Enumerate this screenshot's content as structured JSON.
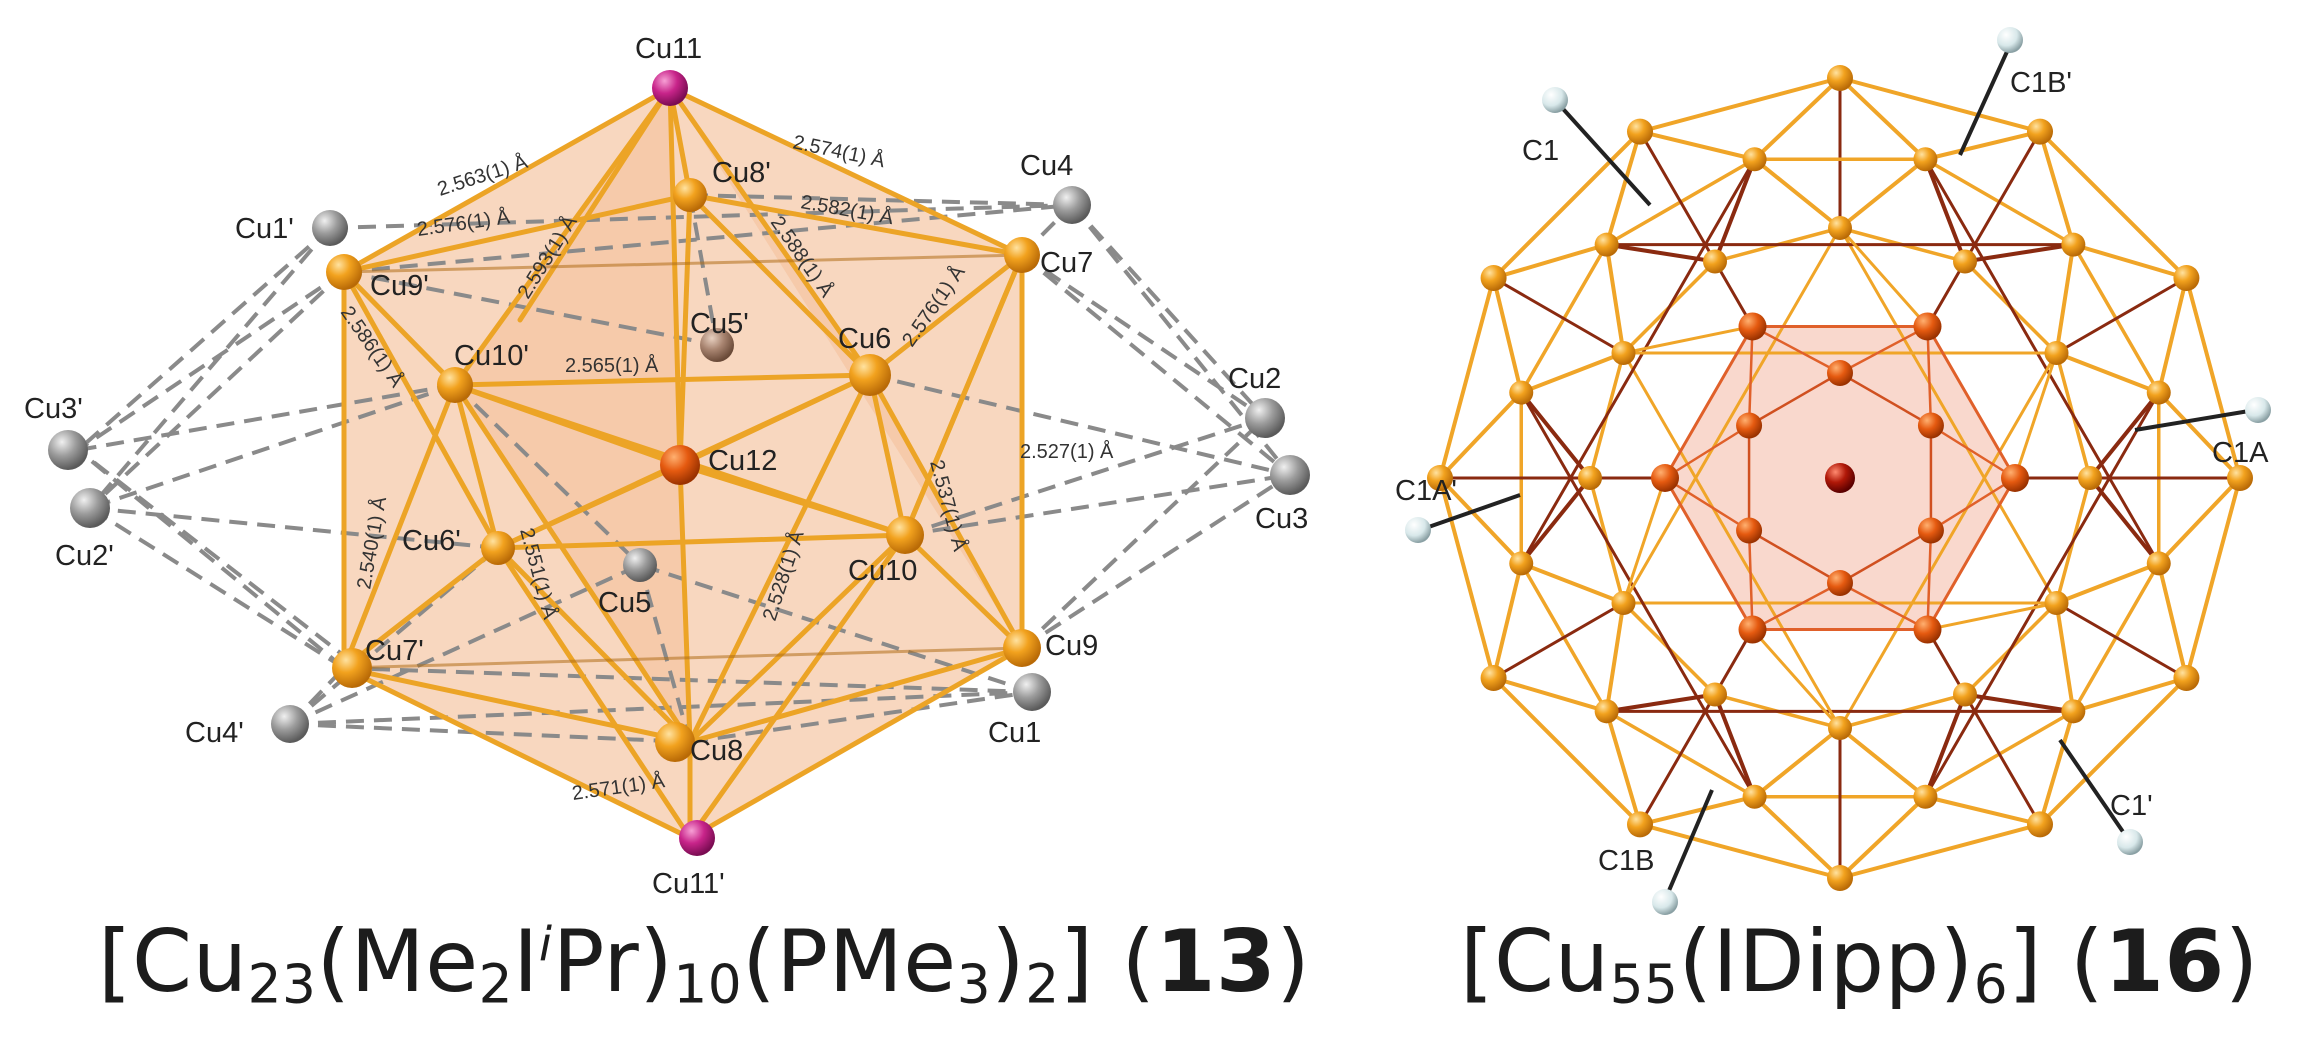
{
  "structure_13": {
    "formula": {
      "open": "[Cu",
      "sub1": "23",
      "part2": "(Me",
      "sub2": "2",
      "part3": "I",
      "sup3": "i",
      "part4": "Pr)",
      "sub4": "10",
      "part5": "(PMe",
      "sub5": "3",
      "part6": ")",
      "sub6": "2",
      "close": "]",
      "compound_open": " (",
      "compound_number": "13",
      "compound_close": ")"
    },
    "atoms": [
      {
        "id": "cu11",
        "label": "Cu11",
        "color": "#c8248a"
      },
      {
        "id": "cu11p",
        "label": "Cu11'",
        "color": "#c8248a"
      },
      {
        "id": "cu8p",
        "label": "Cu8'",
        "color": "#e39a1e"
      },
      {
        "id": "cu9p",
        "label": "Cu9'",
        "color": "#e39a1e"
      },
      {
        "id": "cu7",
        "label": "Cu7",
        "color": "#e39a1e"
      },
      {
        "id": "cu10p",
        "label": "Cu10'",
        "color": "#e39a1e"
      },
      {
        "id": "cu6",
        "label": "Cu6",
        "color": "#e39a1e"
      },
      {
        "id": "cu5p",
        "label": "Cu5'",
        "color": "#a0826d"
      },
      {
        "id": "cu12",
        "label": "Cu12",
        "color": "#e06010"
      },
      {
        "id": "cu6p",
        "label": "Cu6'",
        "color": "#e39a1e"
      },
      {
        "id": "cu10",
        "label": "Cu10",
        "color": "#e39a1e"
      },
      {
        "id": "cu5",
        "label": "Cu5",
        "color": "#9a9a9a"
      },
      {
        "id": "cu7p",
        "label": "Cu7'",
        "color": "#e39a1e"
      },
      {
        "id": "cu9",
        "label": "Cu9",
        "color": "#e39a1e"
      },
      {
        "id": "cu8",
        "label": "Cu8",
        "color": "#e39a1e"
      },
      {
        "id": "cu1p",
        "label": "Cu1'",
        "color": "#9a9a9a"
      },
      {
        "id": "cu4",
        "label": "Cu4",
        "color": "#9a9a9a"
      },
      {
        "id": "cu3p",
        "label": "Cu3'",
        "color": "#9a9a9a"
      },
      {
        "id": "cu2p",
        "label": "Cu2'",
        "color": "#9a9a9a"
      },
      {
        "id": "cu2",
        "label": "Cu2",
        "color": "#9a9a9a"
      },
      {
        "id": "cu3",
        "label": "Cu3",
        "color": "#9a9a9a"
      },
      {
        "id": "cu4p",
        "label": "Cu4'",
        "color": "#9a9a9a"
      },
      {
        "id": "cu1",
        "label": "Cu1",
        "color": "#9a9a9a"
      }
    ],
    "distances": [
      {
        "id": "d1",
        "text": "2.563(1) Å"
      },
      {
        "id": "d2",
        "text": "2.574(1) Å"
      },
      {
        "id": "d3",
        "text": "2.576(1) Å"
      },
      {
        "id": "d4",
        "text": "2.582(1) Å"
      },
      {
        "id": "d5",
        "text": "2.593(1) Å"
      },
      {
        "id": "d6",
        "text": "2.588(1) Å"
      },
      {
        "id": "d7",
        "text": "2.586(1) Å"
      },
      {
        "id": "d8",
        "text": "2.565(1) Å"
      },
      {
        "id": "d9",
        "text": "2.576(1) Å"
      },
      {
        "id": "d10",
        "text": "2.527(1) Å"
      },
      {
        "id": "d11",
        "text": "2.537(1) Å"
      },
      {
        "id": "d12",
        "text": "2.540(1) Å"
      },
      {
        "id": "d13",
        "text": "2.551(1) Å"
      },
      {
        "id": "d14",
        "text": "2.528(1) Å"
      },
      {
        "id": "d15",
        "text": "2.571(1) Å"
      }
    ]
  },
  "structure_16": {
    "formula": {
      "open": "[Cu",
      "sub1": "55",
      "part2": "(IDipp)",
      "sub2": "6",
      "close": "]",
      "compound_open": " (",
      "compound_number": "16",
      "compound_close": ")"
    },
    "carbon_labels": [
      {
        "id": "c1",
        "label": "C1"
      },
      {
        "id": "c1bp",
        "label": "C1B'"
      },
      {
        "id": "c1a",
        "label": "C1A"
      },
      {
        "id": "c1ap",
        "label": "C1A'"
      },
      {
        "id": "c1p",
        "label": "C1'"
      },
      {
        "id": "c1b",
        "label": "C1B"
      }
    ],
    "colors": {
      "outer_shell": "#f0a020",
      "inner_shell": "#e05a14",
      "center_atom": "#8b0a0a",
      "bond_light": "#f0a528",
      "bond_dark": "#8a2a10",
      "carbon": "#d8e8ea"
    }
  }
}
